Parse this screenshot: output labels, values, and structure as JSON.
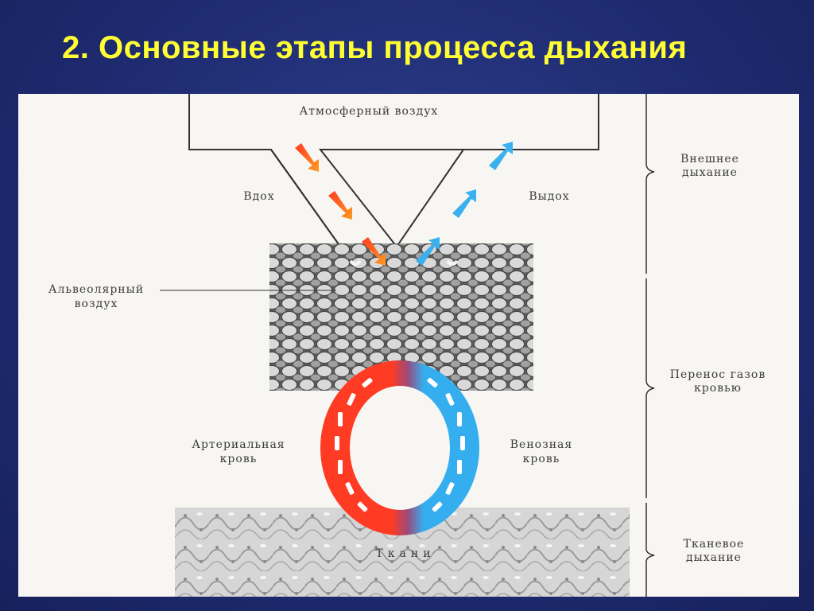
{
  "slide": {
    "title": "2. Основные этапы процесса дыхания"
  },
  "diagram": {
    "atmosphere_label": "Атмосферный воздух",
    "inhale_label": "Вдох",
    "exhale_label": "Выдох",
    "alveolar_label_line1": "Альвеолярный",
    "alveolar_label_line2": "воздух",
    "arterial_label_line1": "Артериальная",
    "arterial_label_line2": "кровь",
    "venous_label_line1": "Венозная",
    "venous_label_line2": "кровь",
    "tissue_label": "Ткани",
    "stages": {
      "external_line1": "Внешнее",
      "external_line2": "дыхание",
      "transport_line1": "Перенос газов",
      "transport_line2": "кровью",
      "tissue_line1": "Тканевое",
      "tissue_line2": "дыхание"
    },
    "colors": {
      "arterial": "#ff3b24",
      "venous": "#35aef0",
      "title": "#ffff33",
      "background": "#1f2c72"
    }
  }
}
